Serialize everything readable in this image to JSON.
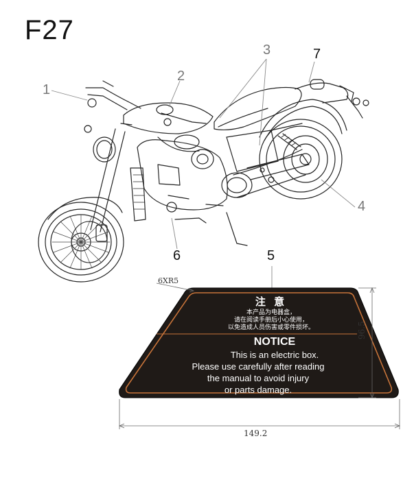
{
  "figure": {
    "title": "F27"
  },
  "callouts": [
    {
      "id": "1",
      "label": "1"
    },
    {
      "id": "2",
      "label": "2"
    },
    {
      "id": "3",
      "label": "3"
    },
    {
      "id": "4",
      "label": "4"
    },
    {
      "id": "5",
      "label": "5"
    },
    {
      "id": "6",
      "label": "6"
    },
    {
      "id": "7",
      "label": "7"
    }
  ],
  "label": {
    "cn_title": "注 意",
    "cn_lines": [
      "本产品为电器盒，",
      "请在阅读手册后小心使用，",
      "以免造成人员伤害或零件损坏。"
    ],
    "en_title": "NOTICE",
    "en_lines": [
      "This is an electric box.",
      "Please use carefully after reading",
      "the manual to avoid injury",
      "or parts damage."
    ],
    "colors": {
      "background": "#1f1a17",
      "border": "#c8743a",
      "text": "#ffffff"
    }
  },
  "dimensions": {
    "radius": "6XR5",
    "height": "96.5",
    "width": "149.2"
  }
}
